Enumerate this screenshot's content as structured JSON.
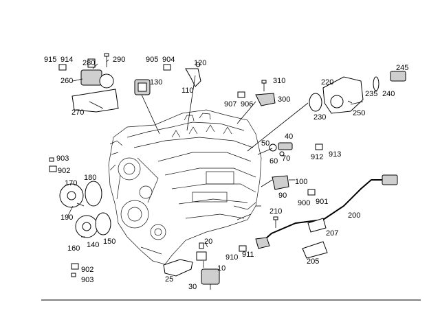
{
  "callouts": [
    {
      "id": "c915",
      "text": "915"
    },
    {
      "id": "c914",
      "text": "914"
    },
    {
      "id": "c280",
      "text": "280"
    },
    {
      "id": "c290",
      "text": "290"
    },
    {
      "id": "c905",
      "text": "905"
    },
    {
      "id": "c904",
      "text": "904"
    },
    {
      "id": "c120",
      "text": "120"
    },
    {
      "id": "c260",
      "text": "260"
    },
    {
      "id": "c130",
      "text": "130"
    },
    {
      "id": "c110",
      "text": "110"
    },
    {
      "id": "c310",
      "text": "310"
    },
    {
      "id": "c270",
      "text": "270"
    },
    {
      "id": "c907",
      "text": "907"
    },
    {
      "id": "c906",
      "text": "906"
    },
    {
      "id": "c300",
      "text": "300"
    },
    {
      "id": "c220",
      "text": "220"
    },
    {
      "id": "c245",
      "text": "245"
    },
    {
      "id": "c235",
      "text": "235"
    },
    {
      "id": "c240",
      "text": "240"
    },
    {
      "id": "c250",
      "text": "250"
    },
    {
      "id": "c230",
      "text": "230"
    },
    {
      "id": "c40",
      "text": "40"
    },
    {
      "id": "c50",
      "text": "50"
    },
    {
      "id": "c912",
      "text": "912"
    },
    {
      "id": "c913",
      "text": "913"
    },
    {
      "id": "c60",
      "text": "60"
    },
    {
      "id": "c70",
      "text": "70"
    },
    {
      "id": "c903a",
      "text": "903"
    },
    {
      "id": "c902a",
      "text": "902"
    },
    {
      "id": "c180",
      "text": "180"
    },
    {
      "id": "c170",
      "text": "170"
    },
    {
      "id": "c100",
      "text": "100"
    },
    {
      "id": "c90",
      "text": "90"
    },
    {
      "id": "c900",
      "text": "900"
    },
    {
      "id": "c901",
      "text": "901"
    },
    {
      "id": "c190",
      "text": "190"
    },
    {
      "id": "c210",
      "text": "210"
    },
    {
      "id": "c200",
      "text": "200"
    },
    {
      "id": "c207",
      "text": "207"
    },
    {
      "id": "c150",
      "text": "150"
    },
    {
      "id": "c160",
      "text": "160"
    },
    {
      "id": "c140",
      "text": "140"
    },
    {
      "id": "c20",
      "text": "20"
    },
    {
      "id": "c910",
      "text": "910"
    },
    {
      "id": "c911",
      "text": "911"
    },
    {
      "id": "c205",
      "text": "205"
    },
    {
      "id": "c902b",
      "text": "902"
    },
    {
      "id": "c10",
      "text": "10"
    },
    {
      "id": "c903b",
      "text": "903"
    },
    {
      "id": "c25",
      "text": "25"
    },
    {
      "id": "c30",
      "text": "30"
    }
  ]
}
